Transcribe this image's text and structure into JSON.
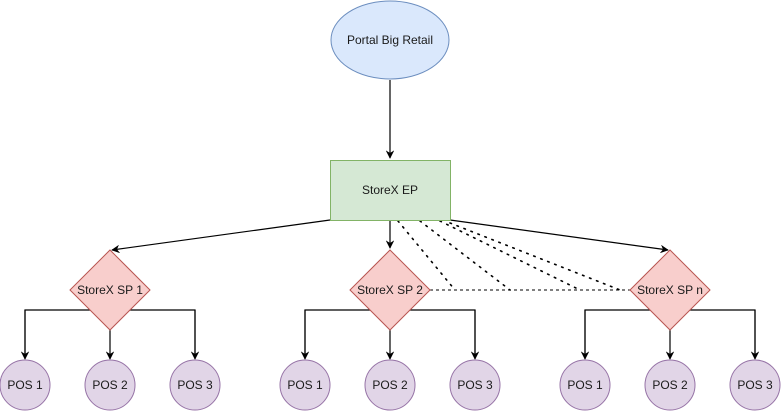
{
  "diagram": {
    "root": {
      "id": "portal",
      "label": "Portal Big Retail",
      "shape": "ellipse",
      "fill": "#dae8fc",
      "stroke": "#6c8ebf"
    },
    "hub": {
      "id": "ep",
      "label": "StoreX EP",
      "shape": "rectangle",
      "fill": "#d5e8d4",
      "stroke": "#82b366"
    },
    "stores": [
      {
        "id": "sp1",
        "label": "StoreX SP 1",
        "shape": "diamond",
        "fill": "#f8cecc",
        "stroke": "#b85450",
        "pos": [
          {
            "label": "POS 1"
          },
          {
            "label": "POS 2"
          },
          {
            "label": "POS 3"
          }
        ]
      },
      {
        "id": "sp2",
        "label": "StoreX SP 2",
        "shape": "diamond",
        "fill": "#f8cecc",
        "stroke": "#b85450",
        "pos": [
          {
            "label": "POS 1"
          },
          {
            "label": "POS 2"
          },
          {
            "label": "POS 3"
          }
        ]
      },
      {
        "id": "spn",
        "label": "StoreX SP n",
        "shape": "diamond",
        "fill": "#f8cecc",
        "stroke": "#b85450",
        "pos": [
          {
            "label": "POS 1"
          },
          {
            "label": "POS 2"
          },
          {
            "label": "POS 3"
          }
        ]
      }
    ],
    "pos_style": {
      "fill": "#e1d5e7",
      "stroke": "#9673a6"
    },
    "edges": [
      {
        "from": "portal",
        "to": "ep",
        "style": "solid-arrow"
      },
      {
        "from": "ep",
        "to": "sp1",
        "style": "solid-arrow"
      },
      {
        "from": "ep",
        "to": "sp2",
        "style": "solid-arrow"
      },
      {
        "from": "ep",
        "to": "spn",
        "style": "solid-arrow"
      },
      {
        "from": "sp2",
        "to": "spn",
        "style": "dashed"
      },
      {
        "from": "ep",
        "to": "sp-ellipsis",
        "style": "dotted",
        "count": 4
      }
    ],
    "line_color": "#000000"
  }
}
